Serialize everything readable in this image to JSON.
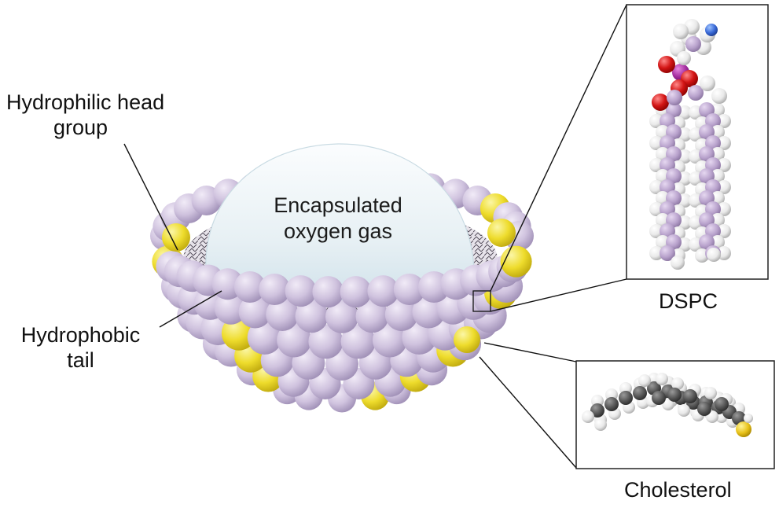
{
  "labels": {
    "head_group_line1": "Hydrophilic head",
    "head_group_line2": "group",
    "tail_line1": "Hydrophobic",
    "tail_line2": "tail",
    "core_line1": "Encapsulated",
    "core_line2": "oxygen gas",
    "dspc": "DSPC",
    "cholesterol": "Cholesterol"
  },
  "colors": {
    "phospholipid_head": "#cdbfdc",
    "cholesterol_head": "#f0e033",
    "gas_core": "#e3eef3",
    "tail_mesh": "#4a4550",
    "carbon_dspc": "#b9a2cf",
    "hydrogen": "#f2f2f2",
    "oxygen": "#d41818",
    "phosphorus": "#a0309a",
    "carbon_cholesterol": "#555555",
    "sulfur_like_oh": "#e8c21a"
  }
}
